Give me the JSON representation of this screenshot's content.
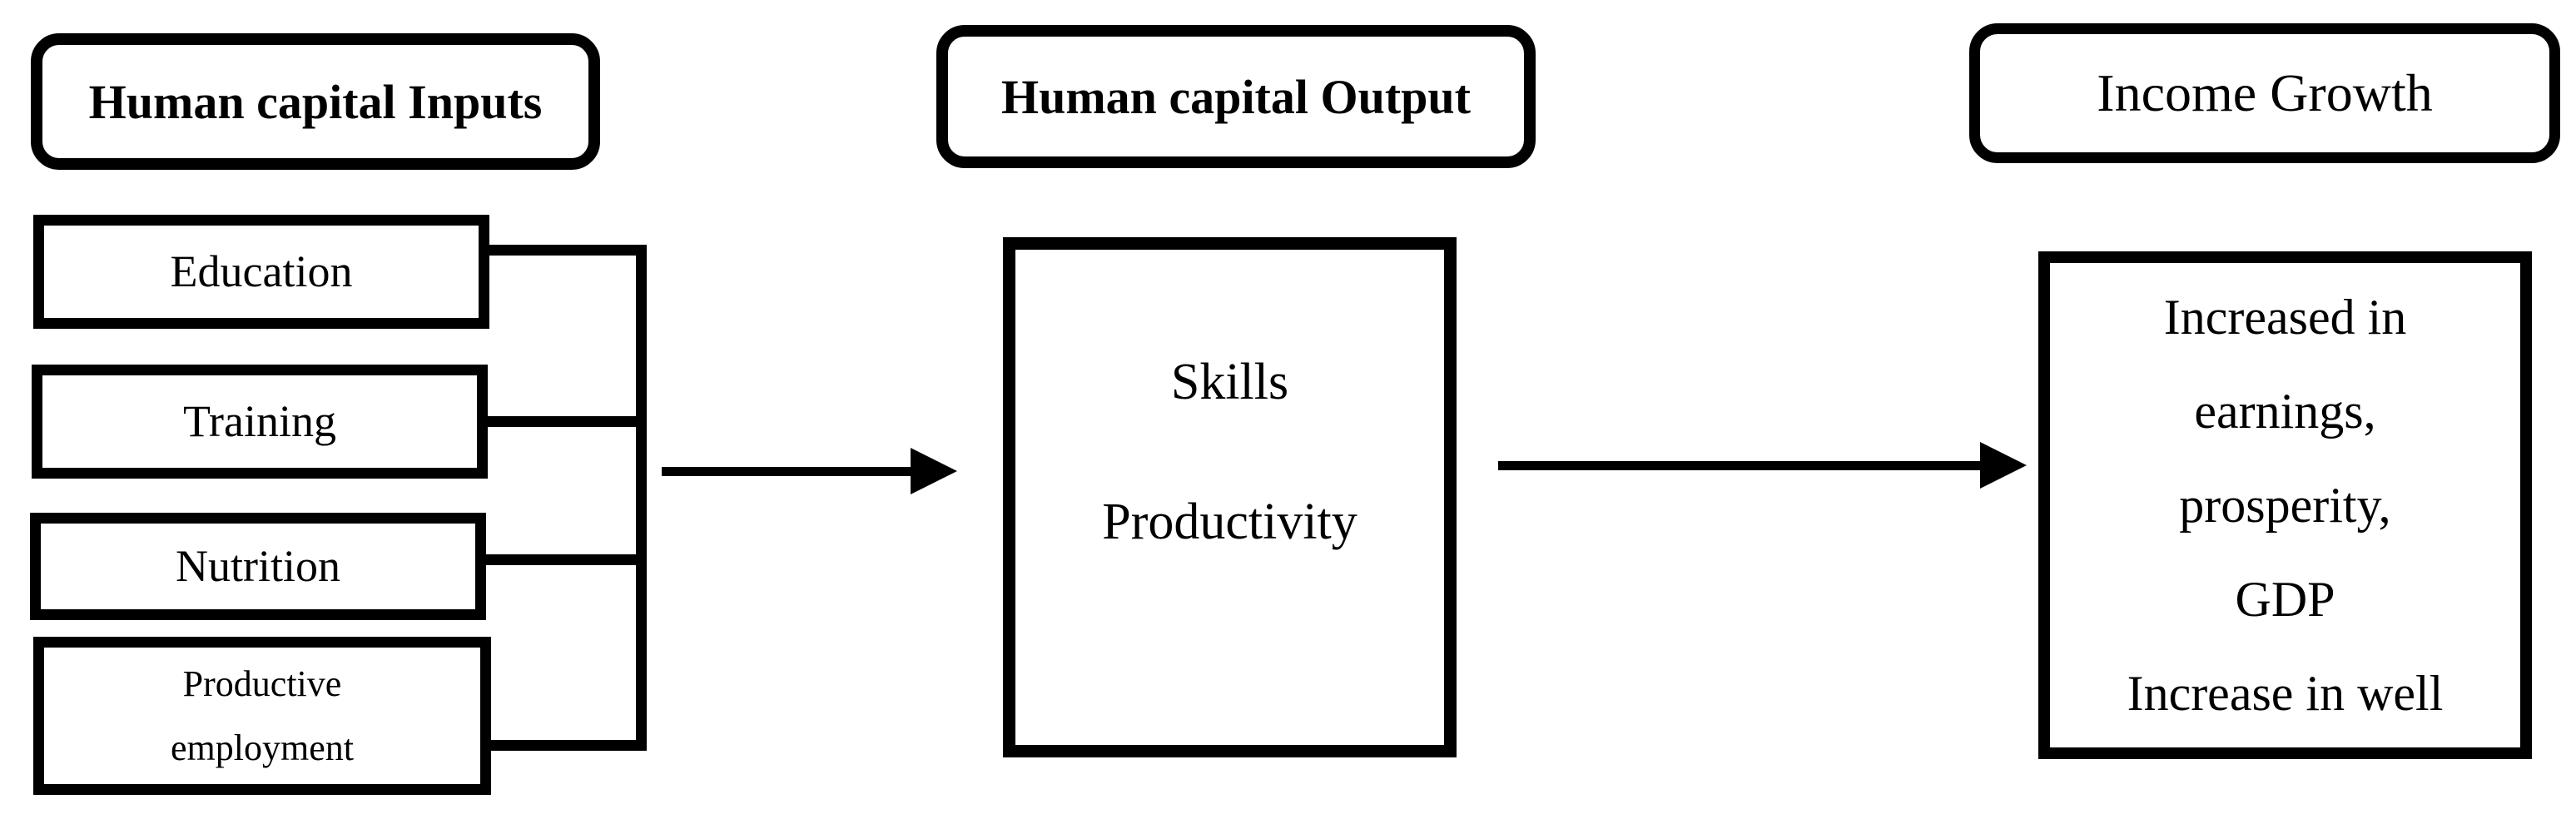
{
  "headers": {
    "inputs": "Human capital Inputs",
    "output": "Human capital Output",
    "income": "Income Growth"
  },
  "input_boxes": [
    {
      "label": "Education"
    },
    {
      "label": "Training"
    },
    {
      "label": "Nutrition"
    },
    {
      "label": "Productive\nemployment"
    }
  ],
  "process_box": {
    "lines": [
      "Skills",
      "Productivity"
    ]
  },
  "outcome_box": {
    "lines": [
      "Increased in",
      "earnings,",
      "prosperity,",
      "GDP",
      "Increase in well"
    ]
  },
  "colors": {
    "ink": "#000000",
    "paper": "#ffffff"
  }
}
